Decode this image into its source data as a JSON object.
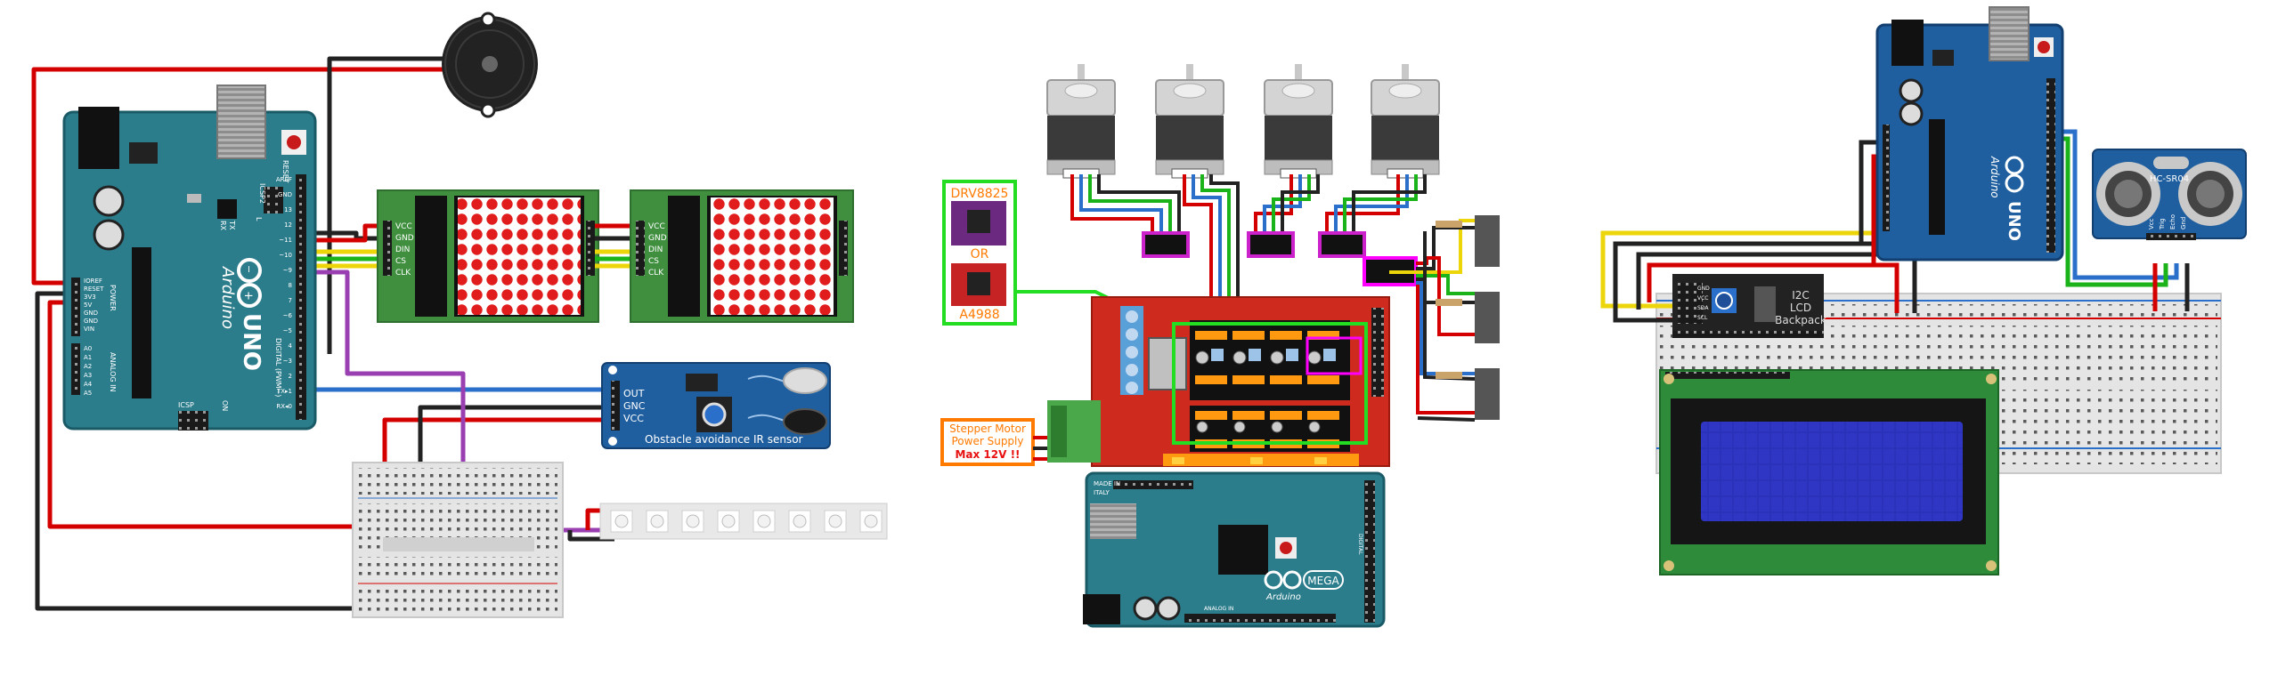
{
  "colors": {
    "arduino_teal": "#2c7d8c",
    "arduino_blue": "#1f5f9f",
    "pcb_green": "#3f8f3f",
    "ramps_red": "#cf2a1e",
    "breadboard": "#e4e4e4",
    "lcd_blue": "#2b31b8",
    "wire_red": "#d40000",
    "wire_black": "#222222",
    "wire_green": "#1ab31a",
    "wire_blue": "#2a6fc9",
    "wire_yellow": "#ecd60a",
    "wire_purple": "#9a3fb2"
  },
  "left_circuit": {
    "arduino_uno": {
      "brand": "Arduino",
      "model": "UNO",
      "reset_label": "RESET",
      "icsp_label": "ICSP",
      "icsp2_label": "ICSP2",
      "tx_label": "TX",
      "rx_label": "RX",
      "l_label": "L",
      "on_label": "ON",
      "digital_label": "DIGITAL (PWM~)",
      "power_label": "POWER",
      "analog_label": "ANALOG IN",
      "power_pins": [
        "IOREF",
        "RESET",
        "3V3",
        "5V",
        "GND",
        "GND",
        "VIN"
      ],
      "analog_pins": [
        "A0",
        "A1",
        "A2",
        "A3",
        "A4",
        "A5"
      ],
      "header_pins": [
        "AREF",
        "GND",
        "13",
        "12",
        "~11",
        "~10",
        "~9",
        "8",
        "7",
        "~6",
        "~5",
        "4",
        "~3",
        "2",
        "TX▸1",
        "RX◂0"
      ]
    },
    "matrix_pins": [
      "VCC",
      "GND",
      "DIN",
      "CS",
      "CLK"
    ],
    "ir_sensor": {
      "pins": [
        "OUT",
        "GNC",
        "VCC"
      ],
      "caption": "Obstacle avoidance IR sensor"
    }
  },
  "middle_circuit": {
    "driver_box": {
      "line1": "DRV8825",
      "line2": "OR",
      "line3": "A4988"
    },
    "power_box": {
      "line1": "Stepper Motor",
      "line2": "Power Supply",
      "line3": "Max 12V !!"
    },
    "mega": {
      "made_in": "MADE IN",
      "country": "ITALY",
      "brand": "Arduino",
      "model": "MEGA",
      "analog_label": "ANALOG IN",
      "digital_label": "DIGITAL"
    }
  },
  "right_circuit": {
    "arduino_uno": {
      "brand": "Arduino",
      "model": "UNO"
    },
    "i2c_backpack": {
      "line1": "I2C",
      "line2": "LCD",
      "line3": "Backpack",
      "pins": [
        "GND",
        "VCC",
        "SDA",
        "SCL"
      ]
    },
    "ultrasonic": {
      "model": "HC-SR04",
      "pins": [
        "Vcc",
        "Trig",
        "Echo",
        "Gnd"
      ]
    }
  }
}
